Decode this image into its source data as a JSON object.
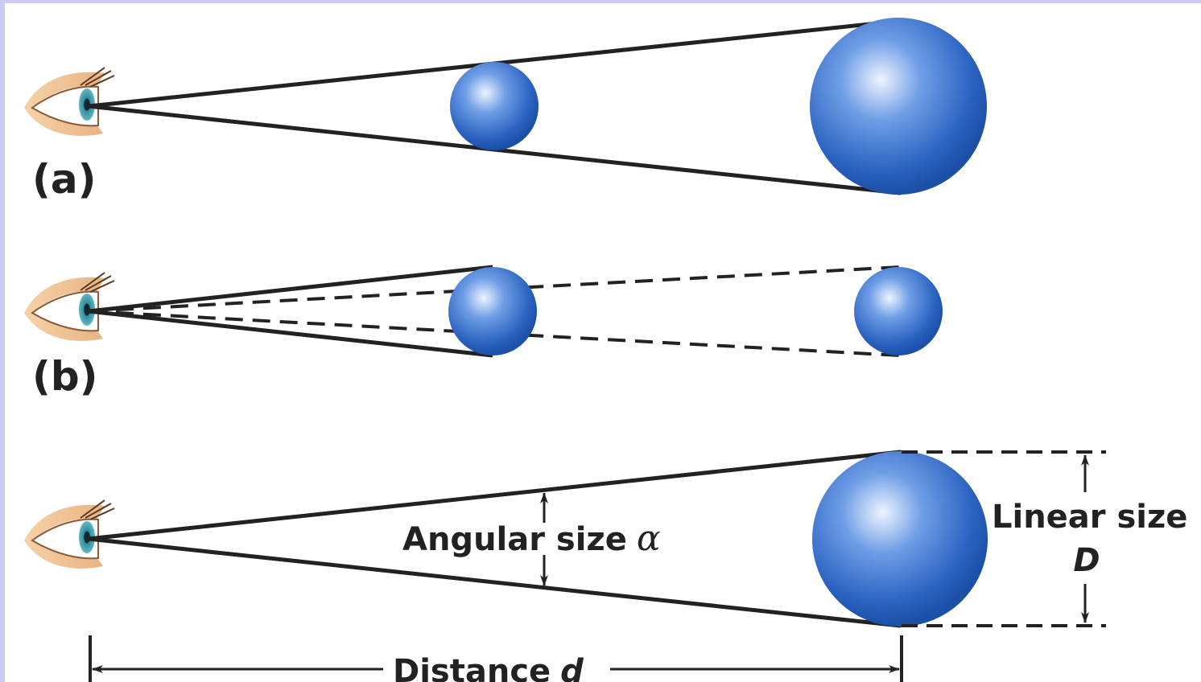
{
  "panels": {
    "a": {
      "label": "(a)"
    },
    "b": {
      "label": "(b)"
    }
  },
  "annotations": {
    "angular_size_text": "Angular size",
    "angular_size_symbol": "α",
    "linear_size_text": "Linear size",
    "linear_size_symbol": "D",
    "distance_text": "Distance",
    "distance_symbol": "d"
  },
  "colors": {
    "sphere_dark": "#1c56b3",
    "sphere_light": "#eef4ff",
    "line": "#222222",
    "border": "#ccccf7"
  },
  "icons": [
    "eye-icon",
    "sphere-icon",
    "arrow-icon"
  ]
}
